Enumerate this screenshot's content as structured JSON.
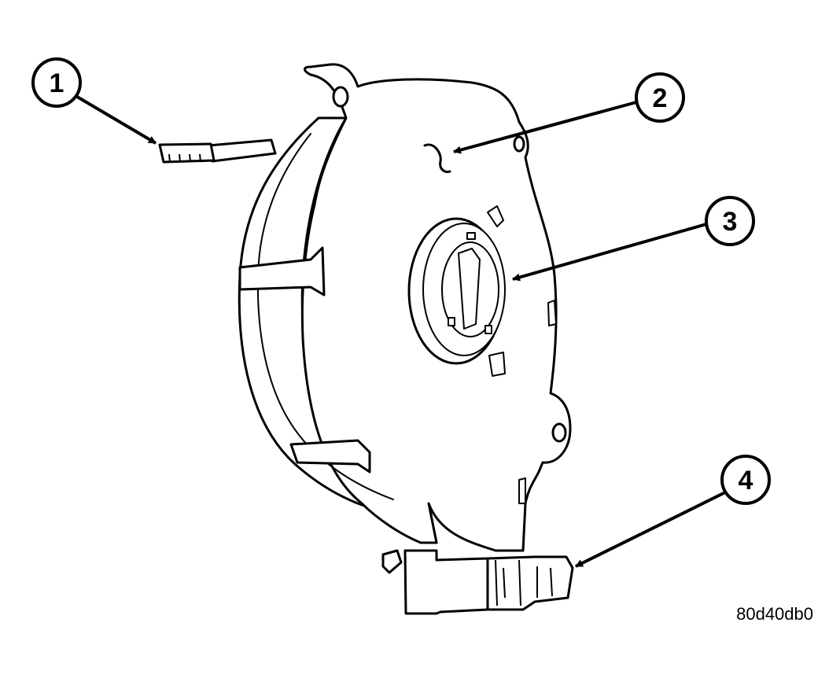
{
  "diagram": {
    "figure_id": "80d40db0",
    "callouts": [
      {
        "number": "1"
      },
      {
        "number": "2"
      },
      {
        "number": "3"
      },
      {
        "number": "4"
      }
    ]
  },
  "colors": {
    "ink": "#000000",
    "background": "#ffffff",
    "shade": "#e6e6e6"
  }
}
